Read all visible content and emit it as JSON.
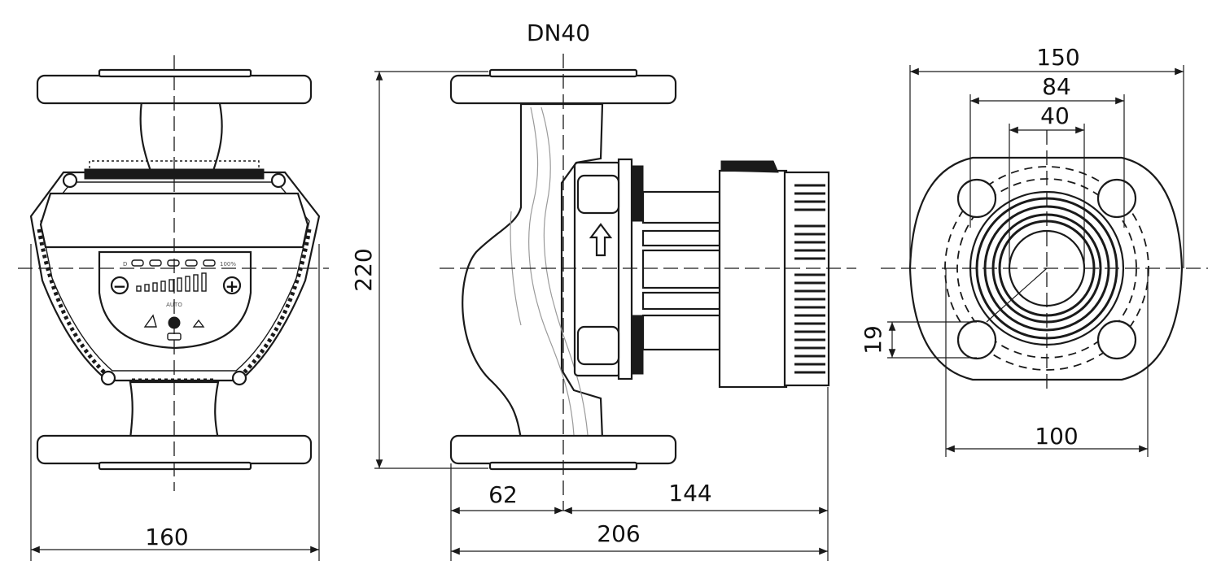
{
  "title": "DN40",
  "panel": {
    "min_label": "D",
    "max_label": "100%",
    "mode_label": "AUTO",
    "minus_symbol": "−",
    "plus_symbol": "+"
  },
  "dimensions": {
    "overall_width": "160",
    "height": "220",
    "inlet_offset": "62",
    "motor_length": "144",
    "overall_length": "206",
    "flange_width": "150",
    "bolt_circle": "84",
    "bore": "40",
    "bolt_spacing": "100",
    "bolt_hole": "19"
  },
  "colors": {
    "line": "#1a1a1a",
    "background": "#ffffff"
  }
}
